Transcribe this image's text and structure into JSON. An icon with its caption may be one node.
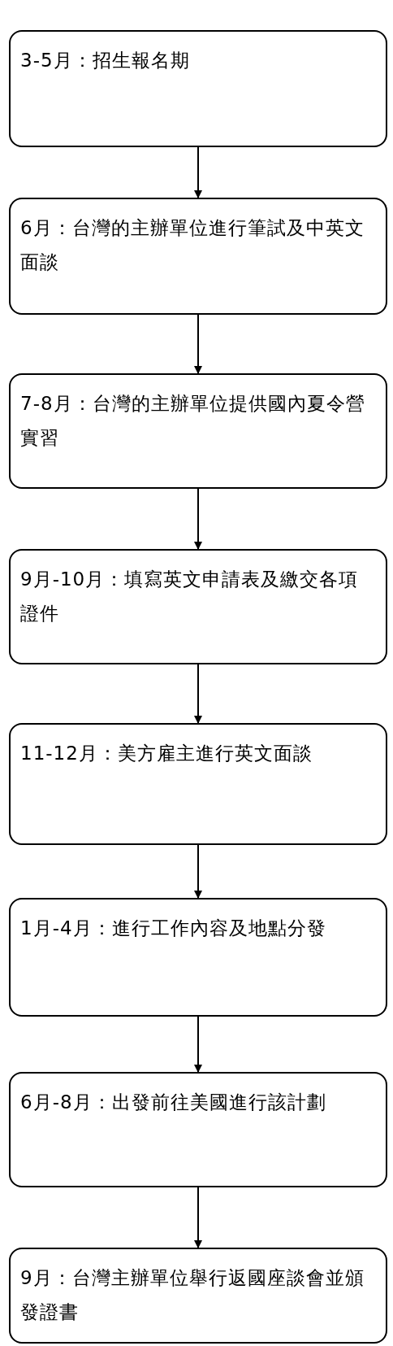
{
  "diagram": {
    "nodes": [
      {
        "text": [
          "3-5月：招生報名期"
        ]
      },
      {
        "text": [
          "6月：台灣的主辦單位進行筆試及中英文面談"
        ]
      },
      {
        "text": [
          "7-8月：台灣的主辦單位提供國內夏令營實習"
        ]
      },
      {
        "text": [
          "9月-10月：填寫英文申請表及繳交各項證件"
        ]
      },
      {
        "text": [
          "11-12月：美方雇主進行英文面談"
        ]
      },
      {
        "text": [
          "1月-4月：進行工作內容及地點分發"
        ]
      },
      {
        "text": [
          "6月-8月：出發前往美國進行該計劃"
        ]
      },
      {
        "text": [
          "9月：台灣主辦單位舉行返國座談會並頒發證書"
        ]
      }
    ],
    "edges": [
      {
        "from": 0,
        "to": 1,
        "arrow": "to"
      },
      {
        "from": 1,
        "to": 2,
        "arrow": "to"
      },
      {
        "from": 2,
        "to": 3,
        "arrow": "to"
      },
      {
        "from": 3,
        "to": 4,
        "arrow": "to"
      },
      {
        "from": 4,
        "to": 5,
        "arrow": "to"
      },
      {
        "from": 5,
        "to": 6,
        "arrow": "to"
      },
      {
        "from": 6,
        "to": 7,
        "arrow": "to"
      }
    ]
  }
}
